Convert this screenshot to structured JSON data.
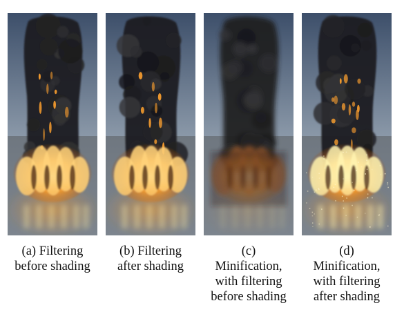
{
  "figure": {
    "panels": [
      {
        "id": "a",
        "caption_lines": [
          "(a) Filtering",
          "before shading"
        ],
        "style": "sharp"
      },
      {
        "id": "b",
        "caption_lines": [
          "(b) Filtering",
          "after shading"
        ],
        "style": "sharp"
      },
      {
        "id": "c",
        "caption_lines": [
          "(c)",
          "Minification,",
          "with filtering",
          "before shading"
        ],
        "style": "blurred-dim"
      },
      {
        "id": "d",
        "caption_lines": [
          "(d)",
          "Minification,",
          "with filtering",
          "after shading"
        ],
        "style": "bright-noisy"
      }
    ]
  },
  "colors": {
    "sky_top": "#3d4f6a",
    "sky_horizon": "#8a98a8",
    "floor": "#7d858e",
    "smoke": "#1e1e20",
    "fire_core": "#fff3b0",
    "fire_mid": "#f29a2e",
    "fire_edge": "#8a3a0c"
  }
}
